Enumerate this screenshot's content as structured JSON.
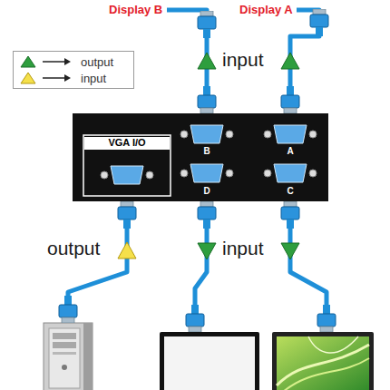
{
  "diagram": {
    "nodes": [
      {
        "text": [
          "Display B"
        ]
      },
      {
        "text": [
          "Display A"
        ]
      },
      {
        "text": [
          "VGA I/O"
        ]
      }
    ],
    "edges": [
      {
        "from": 2,
        "to": 0,
        "arrow": "none"
      },
      {
        "from": 2,
        "to": 1,
        "arrow": "none"
      }
    ],
    "labels": [
      "input",
      "B",
      "A",
      "D",
      "C",
      "output",
      "input"
    ],
    "legend": [
      {
        "text": "output"
      },
      {
        "text": "input"
      }
    ]
  }
}
